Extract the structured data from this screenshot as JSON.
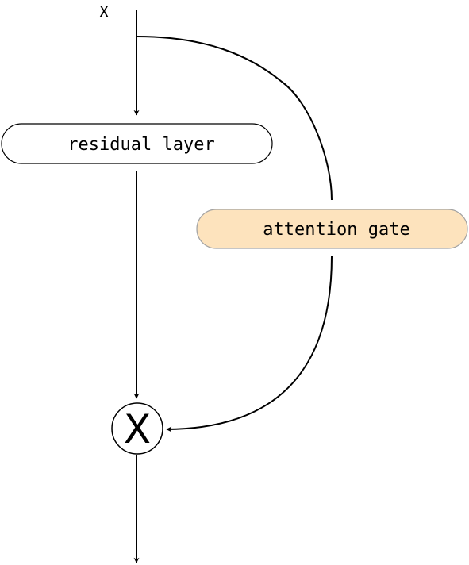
{
  "nodes": {
    "input": {
      "label": "X"
    },
    "residual": {
      "label": "residual layer"
    },
    "attention": {
      "label": "attention gate"
    },
    "multiply": {
      "symbol": "X"
    }
  },
  "colors": {
    "stroke": "#000000",
    "residual_fill": "#ffffff",
    "attention_fill": "#fde3bd",
    "attention_stroke": "#a3a3a3",
    "background": "#ffffff"
  }
}
